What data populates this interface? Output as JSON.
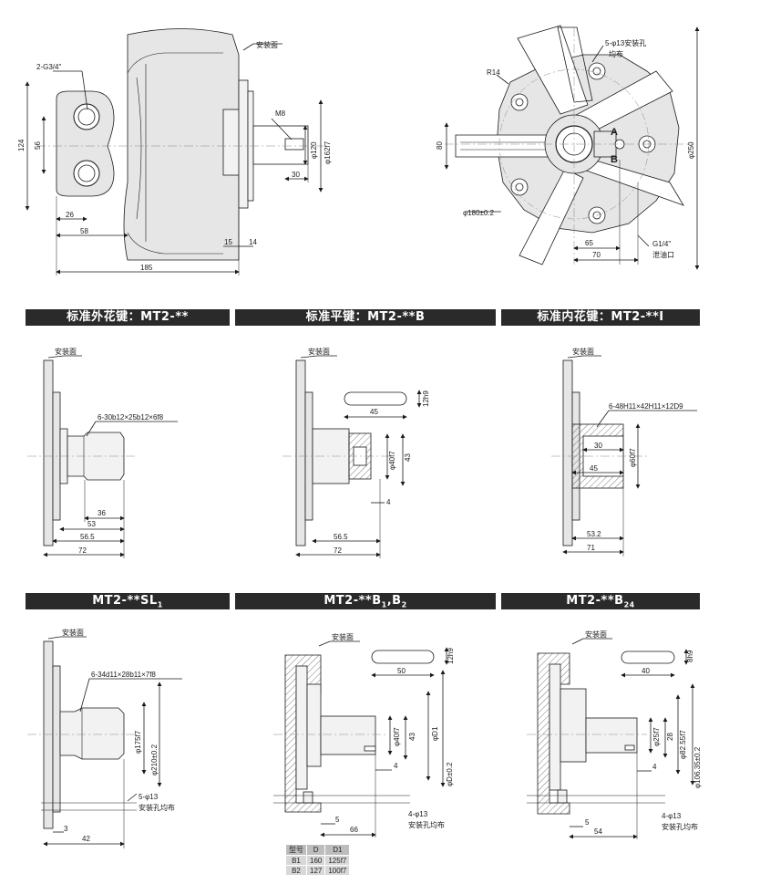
{
  "colors": {
    "bar_bg": "#2a2a2a",
    "bar_text": "#ffffff",
    "line": "#1a1a1a",
    "fill": "#e6e6e6",
    "center": "#888888"
  },
  "top_left": {
    "mount_face": "安装面",
    "port": "2-G3/4\"",
    "thread": "M8",
    "d_124": "124",
    "d_56": "56",
    "d_26": "26",
    "d_58": "58",
    "d_185": "185",
    "d_15": "15",
    "d_14": "14",
    "d_30": "30",
    "phi120": "φ120",
    "phi162": "φ162f7"
  },
  "top_right": {
    "holes": "5-φ13安装孔",
    "holes2": "均布",
    "r14": "R14",
    "d_80": "80",
    "d_250": "φ250",
    "phi180": "φ180±0.2",
    "a": "A",
    "b": "B",
    "d_65": "65",
    "d_70": "70",
    "g14": "G1/4\"",
    "drain": "泄油口"
  },
  "sections": {
    "s1": "标准外花键：MT2-**",
    "s2": "标准平键：MT2-**B",
    "s3": "标准内花键：MT2-**I",
    "s4_main": "MT2-**SL",
    "s4_sub": "1",
    "s5_main": "MT2-**B",
    "s5_sub1": "1",
    "s5_sep": ",B",
    "s5_sub2": "2",
    "s6_main": "MT2-**B",
    "s6_sub": "24"
  },
  "v1": {
    "mount": "安装面",
    "spline": "6-30b12×25b12×6f8",
    "d36": "36",
    "d53": "53",
    "d565": "56.5",
    "d72": "72"
  },
  "v2": {
    "mount": "安装面",
    "d45": "45",
    "n12": "12h9",
    "phi40": "φ40f7",
    "d43": "43",
    "d4": "4",
    "d565": "56.5",
    "d72": "72"
  },
  "v3": {
    "mount": "安装面",
    "spline": "6-48H11×42H11×12D9",
    "d30": "30",
    "d45": "45",
    "phi60": "φ60f7",
    "d532": "53.2",
    "d71": "71"
  },
  "v4": {
    "mount": "安装面",
    "spline": "6-34d11×28b11×7f8",
    "phi175": "φ175f7",
    "phi210": "φ210±0.2",
    "holes": "5-φ13",
    "holes2": "安装孔均布",
    "d3": "3",
    "d42": "42"
  },
  "v5": {
    "mount": "安装面",
    "d50": "50",
    "n12": "12h9",
    "phi40": "φ40f7",
    "d43": "43",
    "phid1": "φD1",
    "phid": "φD±0.2",
    "d4": "4",
    "holes": "4-φ13",
    "holes2": "安装孔均布",
    "d5": "5",
    "d66": "66"
  },
  "v6": {
    "mount": "安装面",
    "d40": "40",
    "n8": "8h9",
    "phi25": "φ25f7",
    "d28": "28",
    "phi82": "φ82.55f7",
    "phi106": "φ106.35±0.2",
    "d4": "4",
    "holes": "4-φ13",
    "holes2": "安装孔均布",
    "d5": "5",
    "d54": "54"
  },
  "table": {
    "header": [
      "型号",
      "D",
      "D1"
    ],
    "rows": [
      [
        "B1",
        "160",
        "125f7"
      ],
      [
        "B2",
        "127",
        "100f7"
      ]
    ]
  }
}
